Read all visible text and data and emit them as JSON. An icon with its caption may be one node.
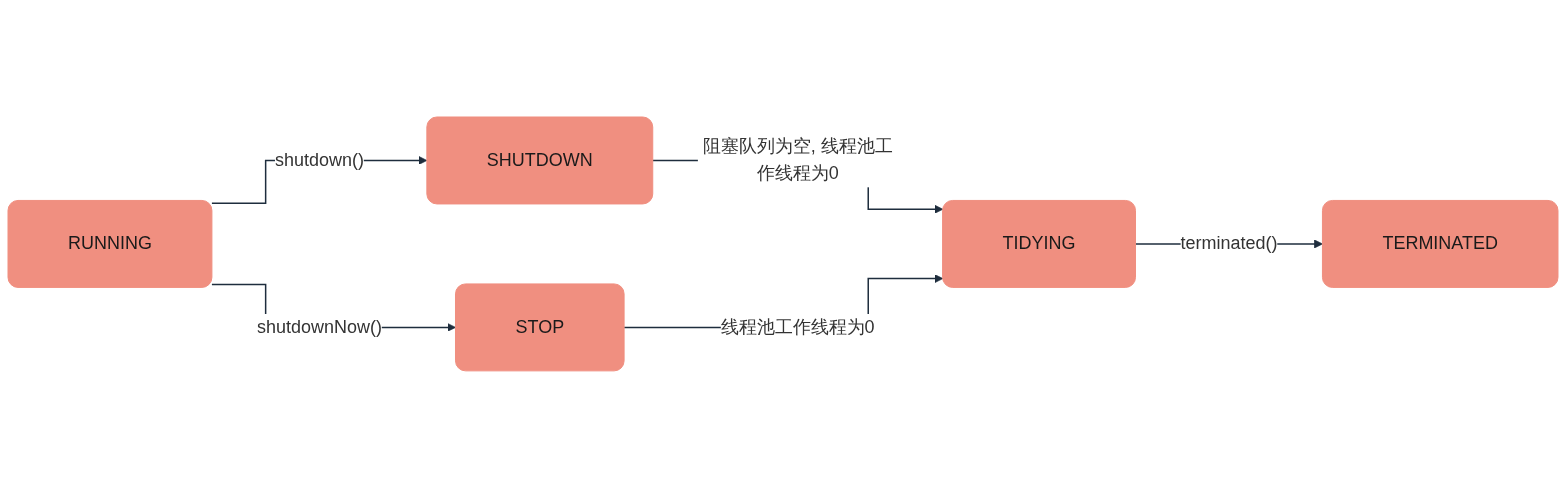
{
  "diagram": {
    "nodes": [
      {
        "text": [
          "RUNNING"
        ]
      },
      {
        "text": [
          "SHUTDOWN"
        ]
      },
      {
        "text": [
          "STOP"
        ]
      },
      {
        "text": [
          "TIDYING"
        ]
      },
      {
        "text": [
          "TERMINATED"
        ]
      }
    ],
    "edges": [
      {
        "from": 0,
        "to": 1,
        "arrow": "to",
        "label": "shutdown()"
      },
      {
        "from": 0,
        "to": 2,
        "arrow": "to",
        "label": "shutdownNow()"
      },
      {
        "from": 1,
        "to": 3,
        "arrow": "to",
        "label": "阻塞队列为空, 线程池工作线程为0"
      },
      {
        "from": 2,
        "to": 3,
        "arrow": "to",
        "label": "线程池工作线程为0"
      },
      {
        "from": 3,
        "to": 4,
        "arrow": "to",
        "label": "terminated()"
      }
    ]
  }
}
